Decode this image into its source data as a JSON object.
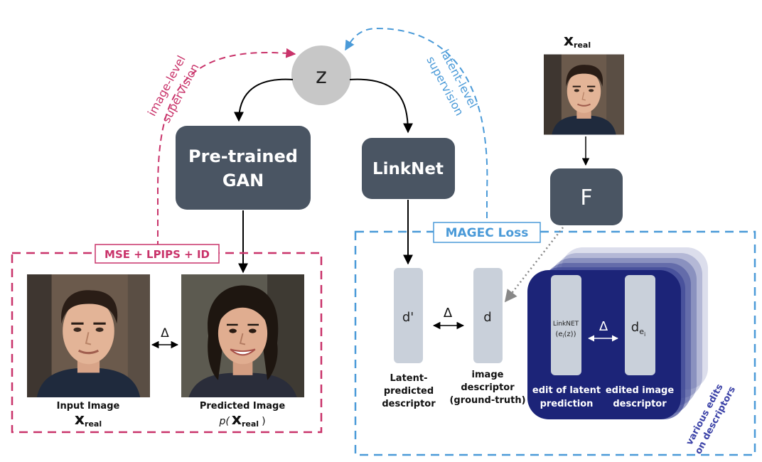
{
  "nodes": {
    "z": "z",
    "gan_line1": "Pre-trained",
    "gan_line2": "GAN",
    "linknet": "LinkNet",
    "f": "F"
  },
  "supervision": {
    "image_level_line1": "image-level",
    "image_level_line2": "supervision",
    "latent_level_line1": "latent-level",
    "latent_level_line2": "supervision"
  },
  "boxes": {
    "mse_title": "MSE + LPIPS + ID",
    "magec_title": "MAGEC Loss"
  },
  "images": {
    "top_label_x": "x",
    "top_label_sub": "real",
    "input_caption": "Input Image",
    "input_x": "x",
    "input_sub": "real",
    "pred_caption": "Predicted Image",
    "pred_prefix": "p(",
    "pred_x": "x",
    "pred_sub": "real",
    "pred_suffix": ")"
  },
  "descriptors": {
    "d_prime": "d'",
    "d": "d",
    "delta": "Δ",
    "latent_pred_line1": "Latent-",
    "latent_pred_line2": "predicted",
    "latent_pred_line3": "descriptor",
    "image_desc_line1": "image",
    "image_desc_line2": "descriptor",
    "image_desc_line3": "(ground-truth)"
  },
  "edits": {
    "linknet_small": "LinkNET",
    "linknet_small_arg_prefix": "(e",
    "linknet_small_arg_sub": "i",
    "linknet_small_arg_suffix": "(z))",
    "de_base": "d",
    "de_sub": "e",
    "de_subsub": "i",
    "edit_latent_line1": "edit of latent",
    "edit_latent_line2": "prediction",
    "edited_image_line1": "edited image",
    "edited_image_line2": "descriptor",
    "various_line1": "various edits",
    "various_line2": "on descriptors"
  },
  "colors": {
    "node": "#4a5563",
    "z_circle": "#c7c7c7",
    "pink": "#c9336a",
    "blue": "#4a9ad8",
    "navy": "#1c2478",
    "descriptor": "#c9d0da",
    "stack_blue": "#3d4795",
    "various_text": "#3d44a8"
  }
}
